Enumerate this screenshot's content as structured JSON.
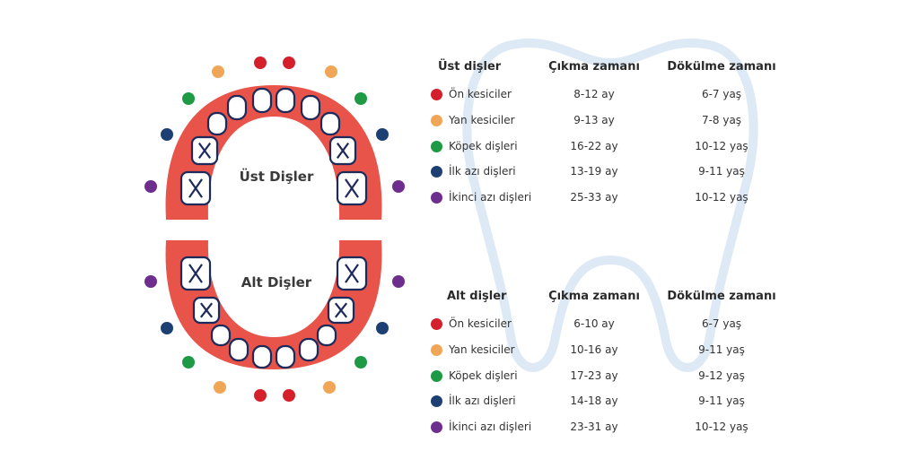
{
  "colors": {
    "on_kesiciler": "#d3202b",
    "yan_kesiciler": "#f0a657",
    "kopek_disleri": "#1e9a47",
    "ilk_azi_disleri": "#1d3f73",
    "ikinci_azi_disleri": "#6d2e8e",
    "gum": "#e8534a",
    "outline": "#1d2a5a",
    "bg_tooth": "#dde9f5"
  },
  "diagram": {
    "upper_label": "Üst Dişler",
    "lower_label": "Alt Dişler"
  },
  "upper_table": {
    "headers": [
      "Üst dişler",
      "Çıkma zamanı",
      "Dökülme zamanı"
    ],
    "rows": [
      {
        "color": "#d3202b",
        "name": "Ön kesiciler",
        "erupt": "8-12 ay",
        "shed": "6-7 yaş"
      },
      {
        "color": "#f0a657",
        "name": "Yan kesiciler",
        "erupt": "9-13 ay",
        "shed": "7-8 yaş"
      },
      {
        "color": "#1e9a47",
        "name": "Köpek dişleri",
        "erupt": "16-22 ay",
        "shed": "10-12 yaş"
      },
      {
        "color": "#1d3f73",
        "name": "İlk azı dişleri",
        "erupt": "13-19 ay",
        "shed": "9-11 yaş"
      },
      {
        "color": "#6d2e8e",
        "name": "İkinci azı dişleri",
        "erupt": "25-33 ay",
        "shed": "10-12 yaş"
      }
    ]
  },
  "lower_table": {
    "headers": [
      "Alt dişler",
      "Çıkma zamanı",
      "Dökülme zamanı"
    ],
    "rows": [
      {
        "color": "#d3202b",
        "name": "Ön kesiciler",
        "erupt": "6-10 ay",
        "shed": "6-7 yaş"
      },
      {
        "color": "#f0a657",
        "name": "Yan kesiciler",
        "erupt": "10-16 ay",
        "shed": "9-11 yaş"
      },
      {
        "color": "#1e9a47",
        "name": "Köpek dişleri",
        "erupt": "17-23 ay",
        "shed": "9-12 yaş"
      },
      {
        "color": "#1d3f73",
        "name": "İlk azı dişleri",
        "erupt": "14-18 ay",
        "shed": "9-11 yaş"
      },
      {
        "color": "#6d2e8e",
        "name": "İkinci azı dişleri",
        "erupt": "23-31 ay",
        "shed": "10-12 yaş"
      }
    ]
  }
}
